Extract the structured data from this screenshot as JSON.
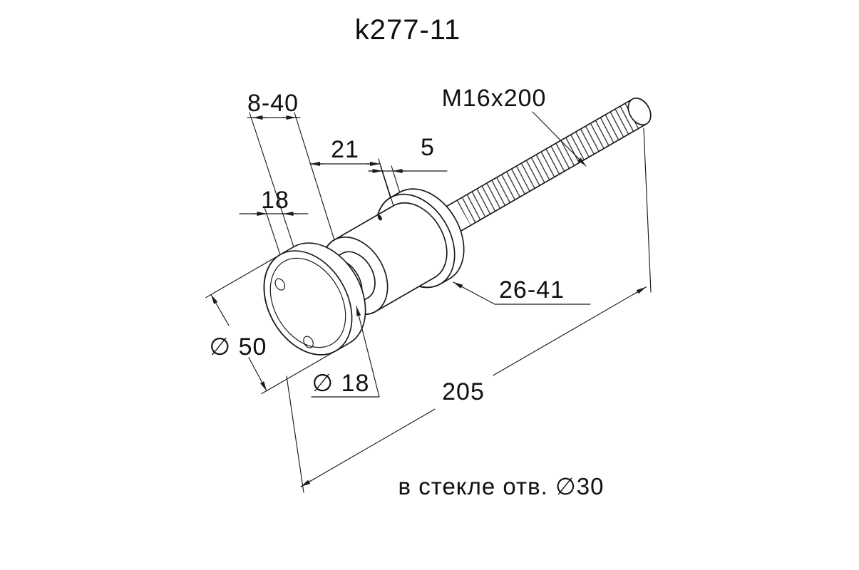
{
  "page": {
    "background": "#ffffff"
  },
  "drawing": {
    "title": "k277-11",
    "note": "в стекле отв. ∅30",
    "dimensions": {
      "glass_range": "8-40",
      "thread": "M16x200",
      "body_length": "21",
      "washer_thickness": "5",
      "disc_thickness": "18",
      "clamp_range": "26-41",
      "disc_diameter": "∅ 50",
      "neck_diameter": "∅ 18",
      "total_length": "205"
    },
    "colors": {
      "line": "#1b1b1b",
      "text": "#111111",
      "background": "#ffffff"
    }
  }
}
